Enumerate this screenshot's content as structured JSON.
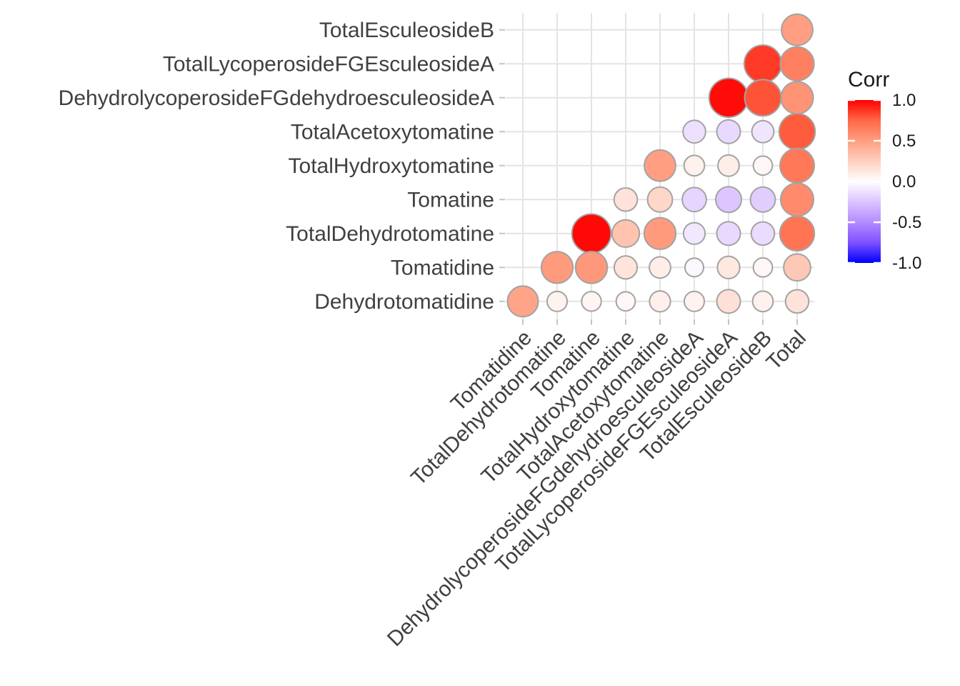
{
  "chart_data": {
    "type": "heatmap",
    "style": "correlation-bubble-matrix",
    "title": "",
    "x_categories": [
      "Tomatidine",
      "TotalDehydrotomatine",
      "Tomatine",
      "TotalHydroxytomatine",
      "TotalAcetoxytomatine",
      "DehydrolycoperosideFGdehydroesculeosideA",
      "TotalLycoperosideFGEsculeosideA",
      "TotalEsculeosideB",
      "Total"
    ],
    "y_categories_top_to_bottom": [
      "TotalEsculeosideB",
      "TotalLycoperosideFGEsculeosideA",
      "DehydrolycoperosideFGdehydroesculeosideA",
      "TotalAcetoxytomatine",
      "TotalHydroxytomatine",
      "Tomatine",
      "TotalDehydrotomatine",
      "Tomatidine",
      "Dehydrotomatidine"
    ],
    "cells": [
      {
        "y": "TotalEsculeosideB",
        "x": "Total",
        "v": 0.5
      },
      {
        "y": "TotalLycoperosideFGEsculeosideA",
        "x": "TotalEsculeosideB",
        "v": 0.86
      },
      {
        "y": "TotalLycoperosideFGEsculeosideA",
        "x": "Total",
        "v": 0.64
      },
      {
        "y": "DehydrolycoperosideFGdehydroesculeosideA",
        "x": "TotalLycoperosideFGEsculeosideA",
        "v": 0.97
      },
      {
        "y": "DehydrolycoperosideFGdehydroesculeosideA",
        "x": "TotalEsculeosideB",
        "v": 0.8
      },
      {
        "y": "DehydrolycoperosideFGdehydroesculeosideA",
        "x": "Total",
        "v": 0.55
      },
      {
        "y": "TotalAcetoxytomatine",
        "x": "DehydrolycoperosideFGdehydroesculeosideA",
        "v": -0.13
      },
      {
        "y": "TotalAcetoxytomatine",
        "x": "TotalLycoperosideFGEsculeosideA",
        "v": -0.16
      },
      {
        "y": "TotalAcetoxytomatine",
        "x": "TotalEsculeosideB",
        "v": -0.11
      },
      {
        "y": "TotalAcetoxytomatine",
        "x": "Total",
        "v": 0.78
      },
      {
        "y": "TotalHydroxytomatine",
        "x": "TotalAcetoxytomatine",
        "v": 0.5
      },
      {
        "y": "TotalHydroxytomatine",
        "x": "DehydrolycoperosideFGdehydroesculeosideA",
        "v": 0.07
      },
      {
        "y": "TotalHydroxytomatine",
        "x": "TotalLycoperosideFGEsculeosideA",
        "v": 0.09
      },
      {
        "y": "TotalHydroxytomatine",
        "x": "TotalEsculeosideB",
        "v": 0.04
      },
      {
        "y": "TotalHydroxytomatine",
        "x": "Total",
        "v": 0.67
      },
      {
        "y": "Tomatine",
        "x": "TotalHydroxytomatine",
        "v": 0.15
      },
      {
        "y": "Tomatine",
        "x": "TotalAcetoxytomatine",
        "v": 0.21
      },
      {
        "y": "Tomatine",
        "x": "DehydrolycoperosideFGdehydroesculeosideA",
        "v": -0.18
      },
      {
        "y": "Tomatine",
        "x": "TotalLycoperosideFGEsculeosideA",
        "v": -0.24
      },
      {
        "y": "Tomatine",
        "x": "TotalEsculeosideB",
        "v": -0.21
      },
      {
        "y": "Tomatine",
        "x": "Total",
        "v": 0.59
      },
      {
        "y": "TotalDehydrotomatine",
        "x": "Tomatine",
        "v": 0.98
      },
      {
        "y": "TotalDehydrotomatine",
        "x": "TotalHydroxytomatine",
        "v": 0.31
      },
      {
        "y": "TotalDehydrotomatine",
        "x": "TotalAcetoxytomatine",
        "v": 0.52
      },
      {
        "y": "TotalDehydrotomatine",
        "x": "DehydrolycoperosideFGdehydroesculeosideA",
        "v": -0.1
      },
      {
        "y": "TotalDehydrotomatine",
        "x": "TotalLycoperosideFGEsculeosideA",
        "v": -0.16
      },
      {
        "y": "TotalDehydrotomatine",
        "x": "TotalEsculeosideB",
        "v": -0.15
      },
      {
        "y": "TotalDehydrotomatine",
        "x": "Total",
        "v": 0.69
      },
      {
        "y": "Tomatidine",
        "x": "TotalDehydrotomatine",
        "v": 0.52
      },
      {
        "y": "Tomatidine",
        "x": "Tomatine",
        "v": 0.53
      },
      {
        "y": "Tomatidine",
        "x": "TotalHydroxytomatine",
        "v": 0.14
      },
      {
        "y": "Tomatidine",
        "x": "TotalAcetoxytomatine",
        "v": 0.09
      },
      {
        "y": "Tomatidine",
        "x": "DehydrolycoperosideFGdehydroesculeosideA",
        "v": -0.03
      },
      {
        "y": "Tomatidine",
        "x": "TotalLycoperosideFGEsculeosideA",
        "v": 0.12
      },
      {
        "y": "Tomatidine",
        "x": "TotalEsculeosideB",
        "v": 0.04
      },
      {
        "y": "Tomatidine",
        "x": "Total",
        "v": 0.29
      },
      {
        "y": "Dehydrotomatidine",
        "x": "Tomatidine",
        "v": 0.47
      },
      {
        "y": "Dehydrotomatidine",
        "x": "TotalDehydrotomatine",
        "v": 0.06
      },
      {
        "y": "Dehydrotomatidine",
        "x": "Tomatine",
        "v": 0.05
      },
      {
        "y": "Dehydrotomatidine",
        "x": "TotalHydroxytomatine",
        "v": 0.04
      },
      {
        "y": "Dehydrotomatidine",
        "x": "TotalAcetoxytomatine",
        "v": 0.08
      },
      {
        "y": "Dehydrotomatidine",
        "x": "DehydrolycoperosideFGdehydroesculeosideA",
        "v": 0.06
      },
      {
        "y": "Dehydrotomatidine",
        "x": "TotalLycoperosideFGEsculeosideA",
        "v": 0.16
      },
      {
        "y": "Dehydrotomatidine",
        "x": "TotalEsculeosideB",
        "v": 0.07
      },
      {
        "y": "Dehydrotomatidine",
        "x": "Total",
        "v": 0.15
      }
    ],
    "legend": {
      "title": "Corr",
      "tick_labels": [
        "1.0",
        "0.5",
        "0.0",
        "-0.5",
        "-1.0"
      ],
      "tick_values": [
        1.0,
        0.5,
        0.0,
        -0.5,
        -1.0
      ],
      "limits": [
        -1.0,
        1.0
      ],
      "position": "right"
    },
    "colors": {
      "positive_max": "#FF0000",
      "zero": "#FFFFFF",
      "negative_max": "#0000FF",
      "grid": "#E4E4E4",
      "axis_tick": "#C4C4C4",
      "circle_stroke": "#A3A3A3",
      "axis_text": "#404040",
      "legend_text": "#1A1A1A"
    },
    "layout_hints": {
      "grid": true,
      "triangle": "upper",
      "x_label_rotation_deg": 45,
      "bubble_size_encodes": "abs(correlation)"
    }
  }
}
